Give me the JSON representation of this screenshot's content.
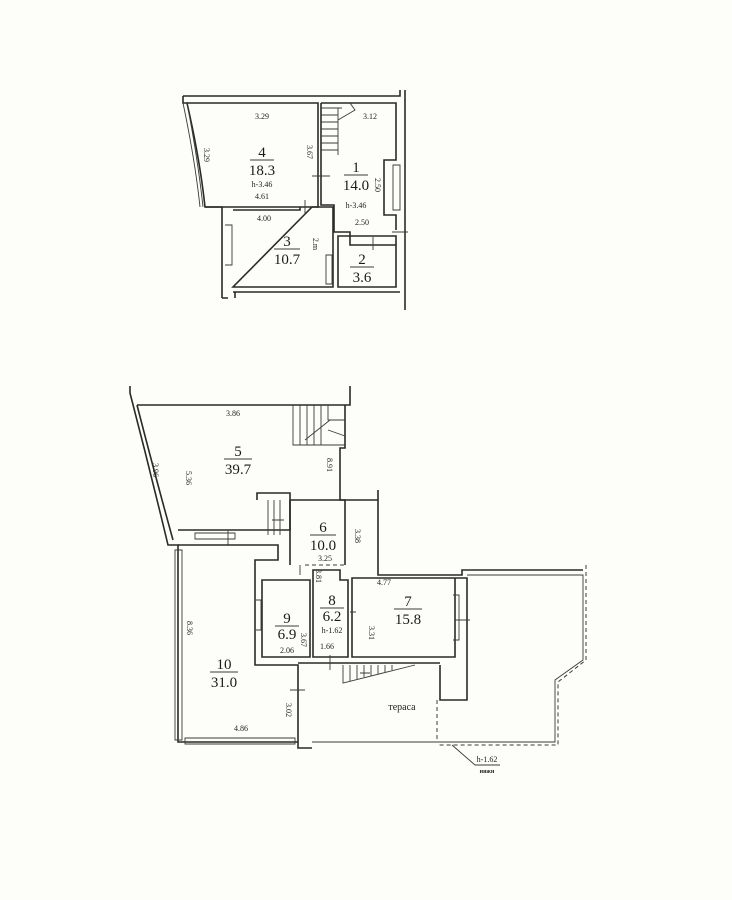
{
  "upper_floor": {
    "rooms": [
      {
        "number": "4",
        "area": "18.3",
        "height": "h-3.46"
      },
      {
        "number": "1",
        "area": "14.0",
        "height": "h-3.46"
      },
      {
        "number": "3",
        "area": "10.7"
      },
      {
        "number": "2",
        "area": "3.6"
      }
    ],
    "dimensions": [
      "3.29",
      "3.29",
      "3.67",
      "4.61",
      "3.12",
      "2.50",
      "2.50",
      "4.00",
      "2.m"
    ]
  },
  "lower_floor": {
    "rooms": [
      {
        "number": "5",
        "area": "39.7"
      },
      {
        "number": "6",
        "area": "10.0"
      },
      {
        "number": "7",
        "area": "15.8"
      },
      {
        "number": "8",
        "area": "6.2",
        "height": "h-1.62"
      },
      {
        "number": "9",
        "area": "6.9"
      },
      {
        "number": "10",
        "area": "31.0"
      }
    ],
    "dimensions": [
      "3.86",
      "3.96",
      "5.36",
      "8.91",
      "3.38",
      "3.25",
      "4.77",
      "3.81",
      "3.31",
      "3.67",
      "2.06",
      "1.66",
      "8.36",
      "4.86",
      "3.02"
    ],
    "terrace_label": "тераса",
    "level_note": "h-1.62",
    "level_sub": "нижн"
  }
}
